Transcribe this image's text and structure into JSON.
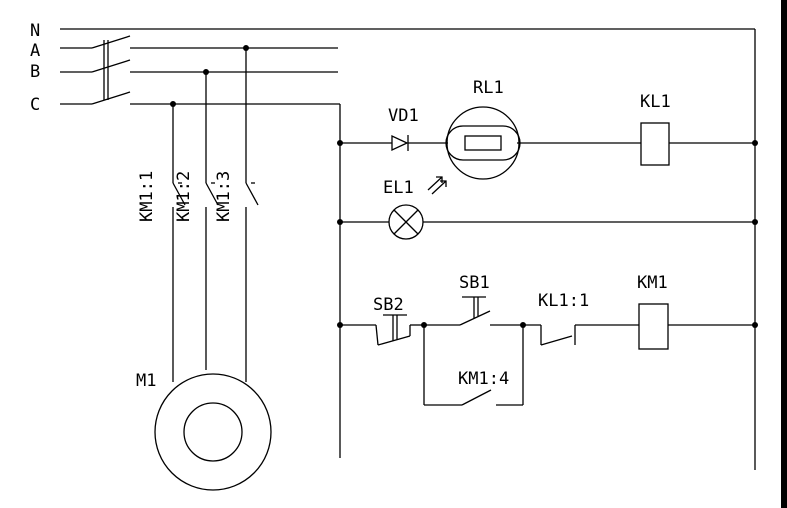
{
  "diagram": {
    "type": "electrical-schematic",
    "phase_labels": [
      "N",
      "A",
      "B",
      "C"
    ],
    "components": {
      "motor": "M1",
      "contacts_main": [
        "KM1:1",
        "KM1:2",
        "KM1:3"
      ],
      "diode": "VD1",
      "relay_sensor": "RL1",
      "relay_coil": "KL1",
      "lamp": "EL1",
      "stop_button": "SB2",
      "start_button": "SB1",
      "relay_contact": "KL1:1",
      "contactor_coil": "KM1",
      "holding_contact": "KM1:4"
    }
  }
}
